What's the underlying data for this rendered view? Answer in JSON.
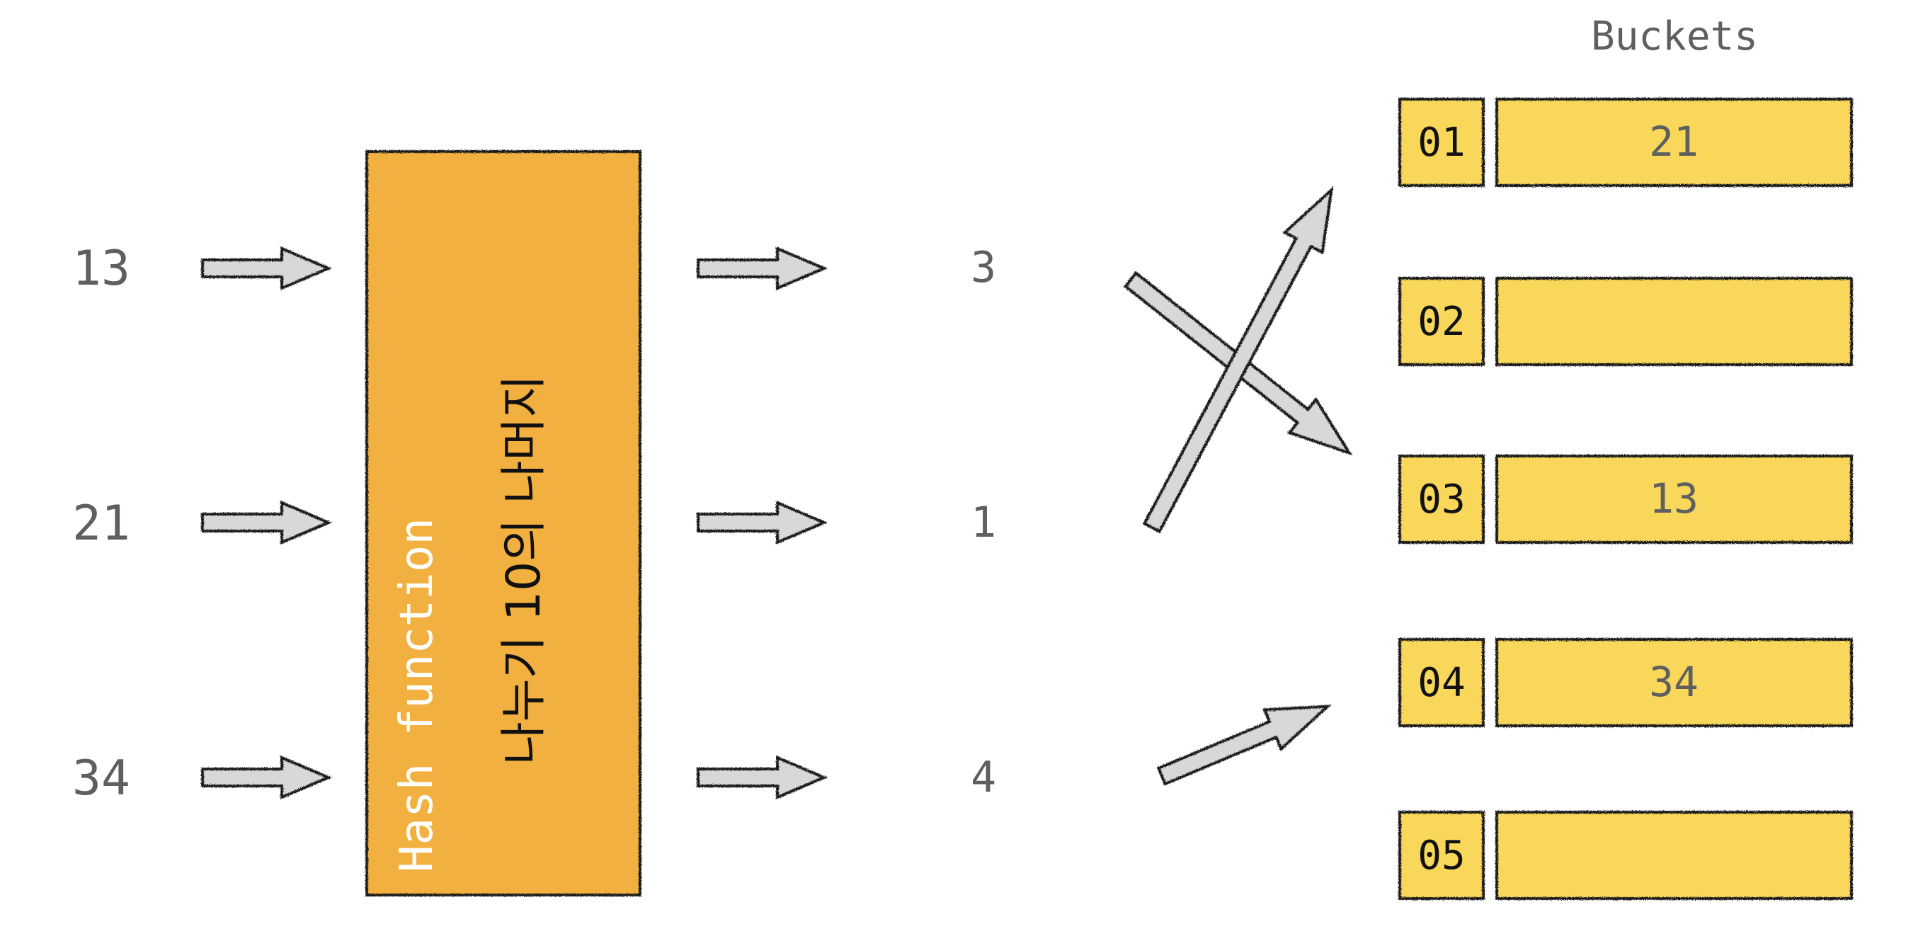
{
  "hash_function": {
    "label": "Hash function",
    "formula": "나누기 10의 나머지",
    "fill_color": "#F2B040"
  },
  "keys": [
    "13",
    "21",
    "34"
  ],
  "hash_values": [
    "3",
    "1",
    "4"
  ],
  "buckets": {
    "title": "Buckets",
    "fill_color": "#F8D75A",
    "items": [
      {
        "index": "01",
        "value": "21"
      },
      {
        "index": "02",
        "value": ""
      },
      {
        "index": "03",
        "value": "13"
      },
      {
        "index": "04",
        "value": "34"
      },
      {
        "index": "05",
        "value": ""
      }
    ]
  }
}
